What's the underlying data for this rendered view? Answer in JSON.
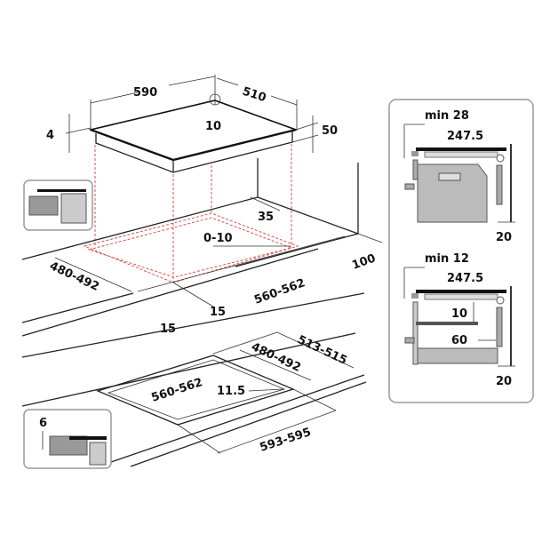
{
  "hob": {
    "width": "590",
    "depth": "510",
    "corner": "10",
    "glass": "4",
    "height": "50"
  },
  "cutout_flush": {
    "back_gap": "35",
    "tolerance": "0-10",
    "front_gap": "100",
    "depth": "480-492",
    "width": "560-562",
    "side_a": "15",
    "side_b": "15"
  },
  "cutout_recess": {
    "outer_depth": "513-515",
    "inner_depth": "480-492",
    "inner_width": "560-562",
    "frame": "11.5",
    "outer_width": "593-595",
    "recess_depth": "6"
  },
  "side_panel": {
    "oven": {
      "min_gap": "min 28",
      "hob_depth": "247.5",
      "wall_gap": "20"
    },
    "drawer": {
      "min_gap": "min 12",
      "hob_depth": "247.5",
      "shelf_gap": "10",
      "back_gap": "60",
      "wall_gap": "20"
    }
  },
  "colors": {
    "line": "#222222",
    "projection": "#d9534f",
    "fill": "#b0b0b0",
    "panel_border": "#999999"
  }
}
